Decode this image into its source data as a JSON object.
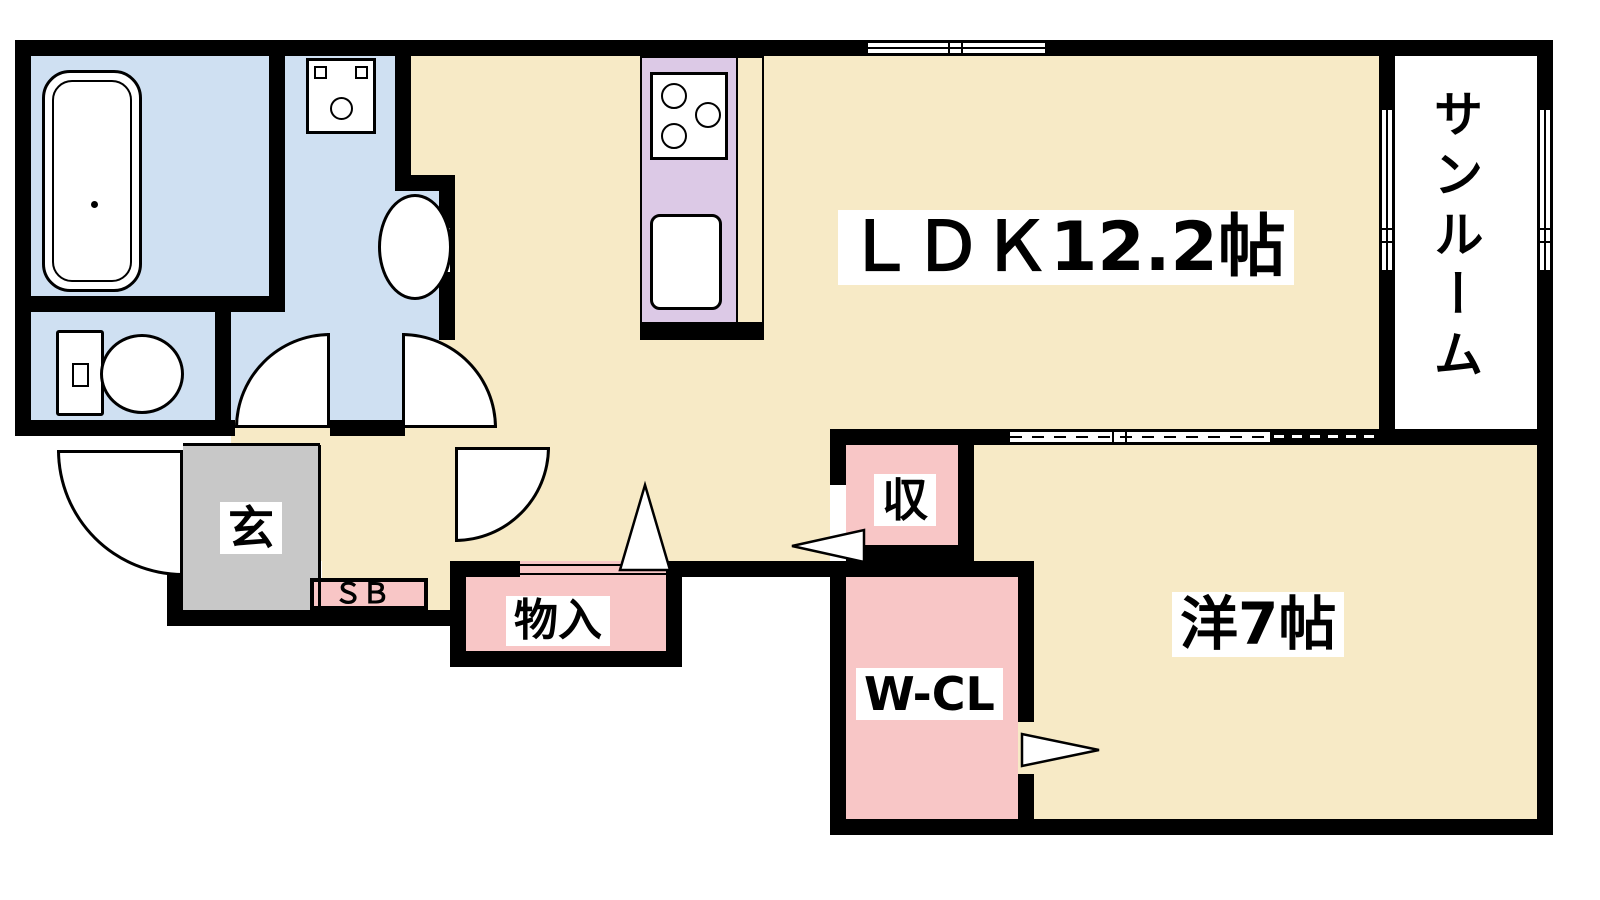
{
  "title": "apartment-floor-plan",
  "labels": {
    "ldk": "ＬＤＫ12.2帖",
    "sunroom": "サンルーム",
    "western_room": "洋7帖",
    "closet": "収",
    "walk_in_closet": "W-CL",
    "storage": "物入",
    "shoe_box": "ＳＢ",
    "entrance": "玄"
  },
  "colors": {
    "floor_cream": "#F7EAC6",
    "wet_area_blue": "#CFE0F2",
    "kitchen_lavender": "#DCC9E6",
    "closet_pink": "#F8C6C6",
    "entrance_gray": "#C8C8C8",
    "wall_black": "#000000",
    "fixture_white": "#FFFFFF"
  }
}
